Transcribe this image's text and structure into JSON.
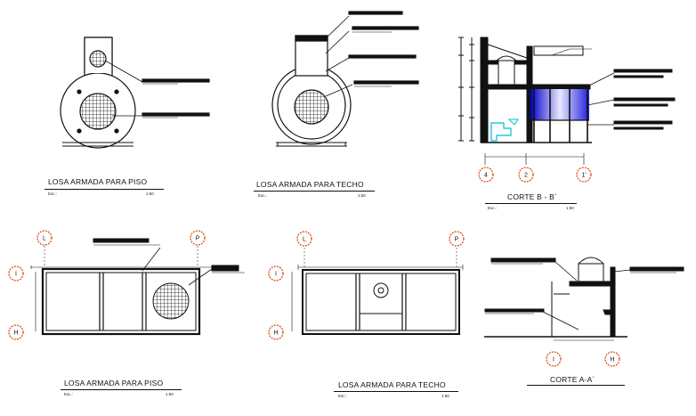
{
  "drawing": {
    "colors": {
      "line": "#111111",
      "grid_bubble": "#e03c00",
      "fixture_blue": "#00bcd4",
      "glass_blue": "#3a3aff"
    },
    "views": [
      {
        "id": "view-1",
        "title": "LOSA ARMADA PARA PISO",
        "scale_label": "Esc.:",
        "scale_value": "1:50"
      },
      {
        "id": "view-2",
        "title": "LOSA ARMADA PARA TECHO",
        "scale_label": "Esc.:",
        "scale_value": "1:50"
      },
      {
        "id": "view-3",
        "title": "CORTE B - B´",
        "scale_label": "Esc.:",
        "scale_value": "1:50"
      },
      {
        "id": "view-4",
        "title": "LOSA ARMADA PARA PISO",
        "scale_label": "Esc.:",
        "scale_value": "1:50"
      },
      {
        "id": "view-5",
        "title": "LOSA ARMADA PARA TECHO",
        "scale_label": "Esc.:",
        "scale_value": "1:50"
      },
      {
        "id": "view-6",
        "title": "CORTE A-A´",
        "scale_label": "",
        "scale_value": ""
      }
    ],
    "grid_bubbles": {
      "section_b": [
        "4",
        "2",
        "1'"
      ],
      "plan_floor": [
        "L",
        "P",
        "I",
        "H"
      ],
      "plan_roof": [
        "L",
        "P",
        "I",
        "H"
      ],
      "section_a": [
        "I",
        "H"
      ]
    }
  }
}
